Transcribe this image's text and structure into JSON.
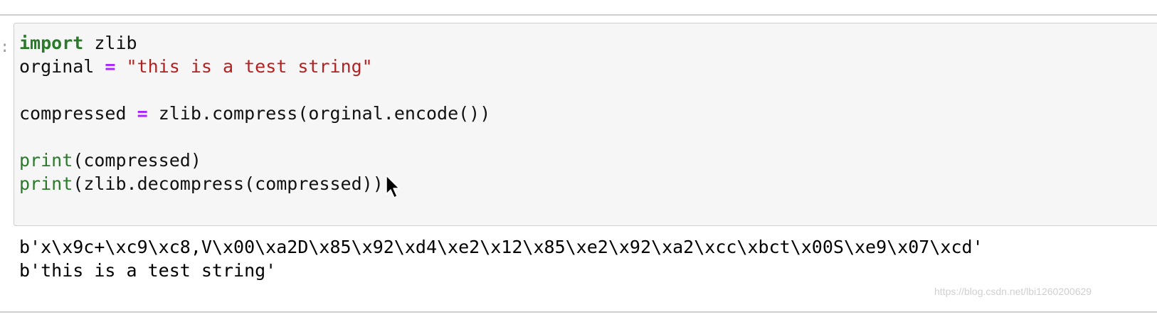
{
  "cell": {
    "prompt_marker": ":",
    "code_lines": [
      [
        {
          "t": "kw",
          "v": "import"
        },
        {
          "t": "plain",
          "v": " zlib"
        }
      ],
      [
        {
          "t": "plain",
          "v": "orginal "
        },
        {
          "t": "op",
          "v": "="
        },
        {
          "t": "plain",
          "v": " "
        },
        {
          "t": "str",
          "v": "\"this is a test string\""
        }
      ],
      [],
      [
        {
          "t": "plain",
          "v": "compressed "
        },
        {
          "t": "op",
          "v": "="
        },
        {
          "t": "plain",
          "v": " zlib.compress(orginal.encode())"
        }
      ],
      [],
      [
        {
          "t": "bi",
          "v": "print"
        },
        {
          "t": "plain",
          "v": "(compressed)"
        }
      ],
      [
        {
          "t": "bi",
          "v": "print"
        },
        {
          "t": "plain",
          "v": "(zlib.decompress(compressed))"
        }
      ]
    ]
  },
  "output": {
    "lines": [
      "b'x\\x9c+\\xc9\\xc8,V\\x00\\xa2D\\x85\\x92\\xd4\\xe2\\x12\\x85\\xe2\\x92\\xa2\\xcc\\xbct\\x00S\\xe9\\x07\\xcd'",
      "b'this is a test string'"
    ]
  },
  "watermark": "https://blog.csdn.net/lbi1260200629",
  "colors": {
    "keyword": "#2b7a2b",
    "builtin": "#2b7a2b",
    "operator": "#aa22ff",
    "string": "#b22222",
    "cell_background": "#f6f6f6",
    "border": "#cfcfcf"
  },
  "icons": {
    "cursor": "mouse-pointer-icon"
  }
}
